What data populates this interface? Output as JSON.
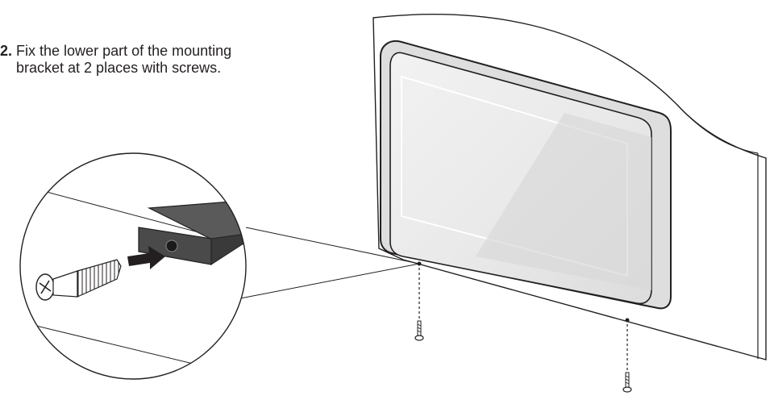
{
  "instruction": {
    "step_number": "2.",
    "line1": "Fix the lower part of the mounting",
    "line2": "bracket at 2 places with screws."
  },
  "icons": {
    "device": "touch-panel-icon",
    "screw": "screw-icon",
    "arrow": "insert-arrow-icon",
    "bracket": "mounting-bracket-icon"
  },
  "colors": {
    "line": "#231f20",
    "device_frame": "#e6e6e6",
    "screen": "#eeeeee",
    "wall": "#ffffff"
  }
}
